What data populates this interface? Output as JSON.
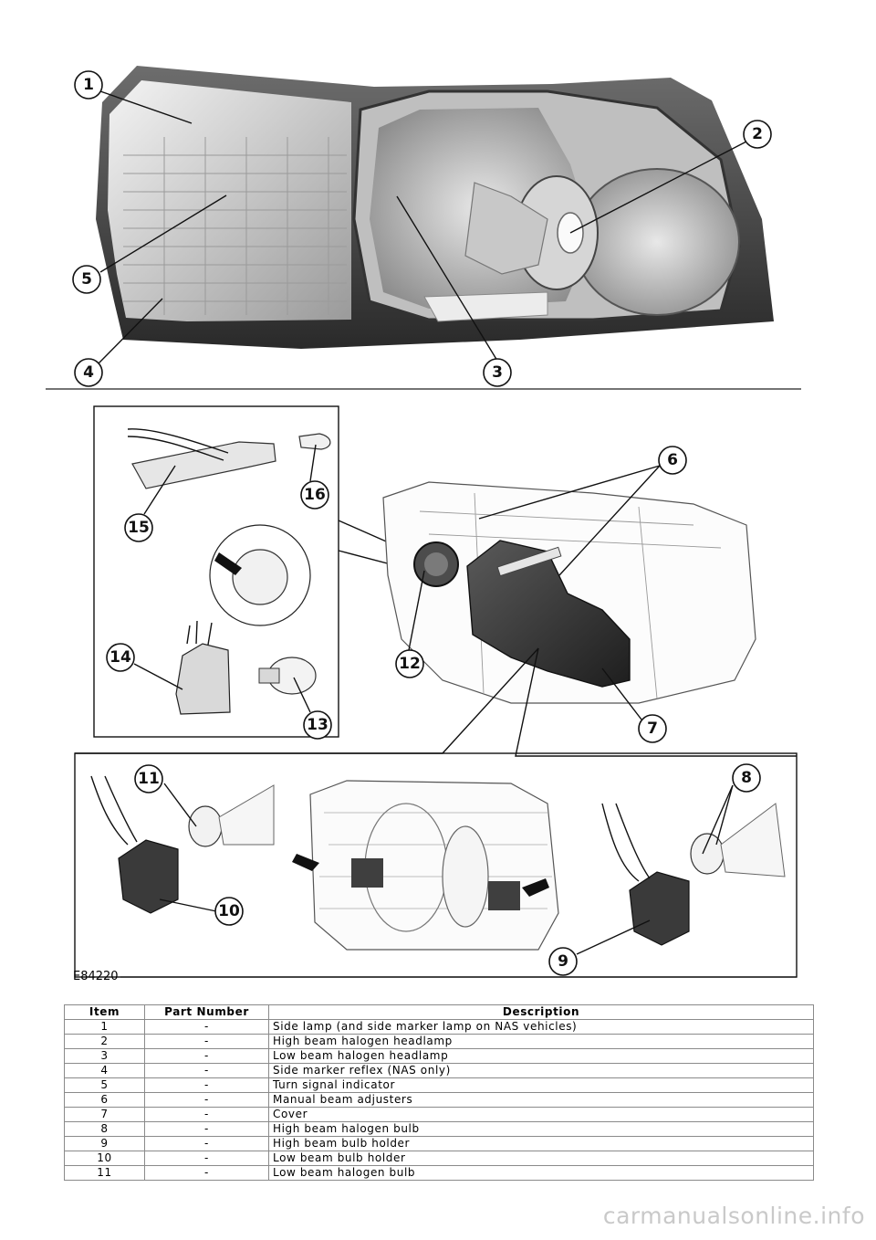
{
  "figure": {
    "reference": "E84220",
    "callouts": [
      "1",
      "2",
      "3",
      "4",
      "5",
      "6",
      "7",
      "8",
      "9",
      "10",
      "11",
      "12",
      "13",
      "14",
      "15",
      "16"
    ]
  },
  "table": {
    "headers": {
      "item": "Item",
      "part_number": "Part Number",
      "description": "Description"
    },
    "rows": [
      {
        "item": "1",
        "part_number": "-",
        "description": "Side lamp (and side marker lamp on NAS vehicles)"
      },
      {
        "item": "2",
        "part_number": "-",
        "description": "High beam halogen headlamp"
      },
      {
        "item": "3",
        "part_number": "-",
        "description": "Low beam halogen headlamp"
      },
      {
        "item": "4",
        "part_number": "-",
        "description": "Side marker reflex (NAS only)"
      },
      {
        "item": "5",
        "part_number": "-",
        "description": "Turn signal indicator"
      },
      {
        "item": "6",
        "part_number": "-",
        "description": "Manual beam adjusters"
      },
      {
        "item": "7",
        "part_number": "-",
        "description": "Cover"
      },
      {
        "item": "8",
        "part_number": "-",
        "description": "High beam halogen bulb"
      },
      {
        "item": "9",
        "part_number": "-",
        "description": "High beam bulb holder"
      },
      {
        "item": "10",
        "part_number": "-",
        "description": "Low beam bulb holder"
      },
      {
        "item": "11",
        "part_number": "-",
        "description": "Low beam halogen bulb"
      }
    ]
  },
  "watermark": "carmanualsonline.info"
}
